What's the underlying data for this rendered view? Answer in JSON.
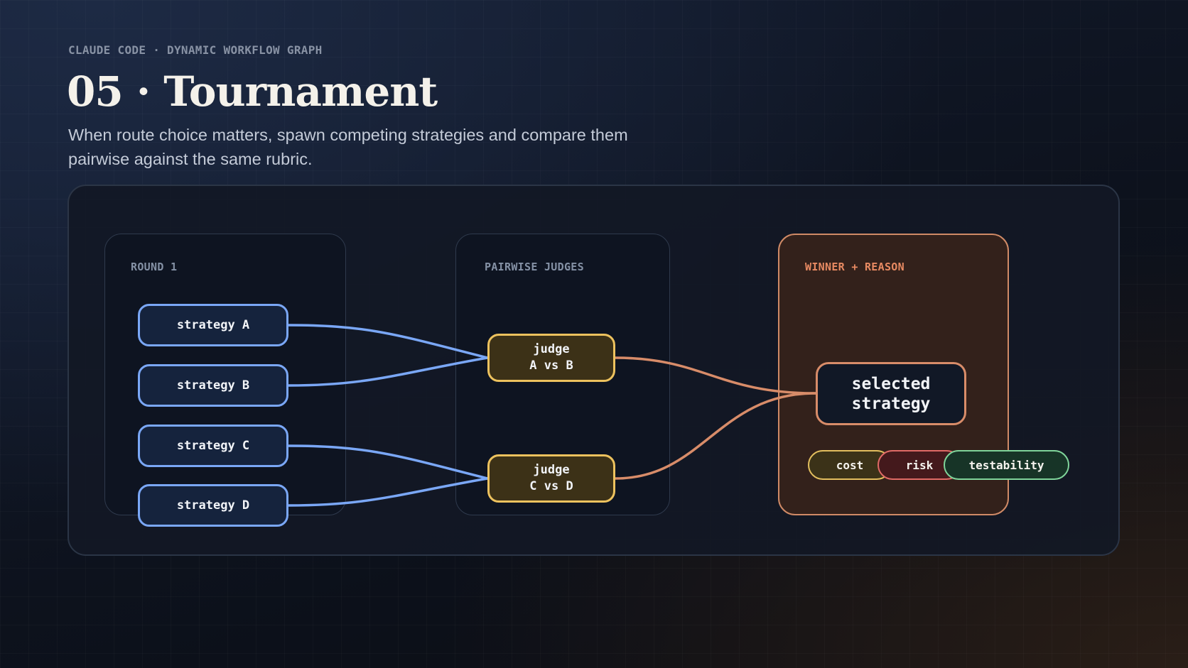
{
  "header": {
    "kicker": "CLAUDE CODE · DYNAMIC WORKFLOW GRAPH",
    "title": "05 · Tournament",
    "subtitle": "When route choice matters, spawn competing strategies and compare them pairwise against the same rubric."
  },
  "columns": {
    "round": {
      "label": "ROUND 1"
    },
    "judges": {
      "label": "PAIRWISE JUDGES"
    },
    "winner": {
      "label": "WINNER + REASON"
    }
  },
  "strategies": [
    "strategy A",
    "strategy B",
    "strategy C",
    "strategy D"
  ],
  "judges": [
    "judge\nA vs B",
    "judge\nC vs D"
  ],
  "winner": {
    "node": "selected\nstrategy",
    "criteria": [
      "cost",
      "risk",
      "testability"
    ]
  },
  "colors": {
    "strategy_edge": "#7aa7f6",
    "judge_edge": "#d88c69",
    "judge_border": "#edc25e",
    "winner_accent": "#e88a62"
  }
}
